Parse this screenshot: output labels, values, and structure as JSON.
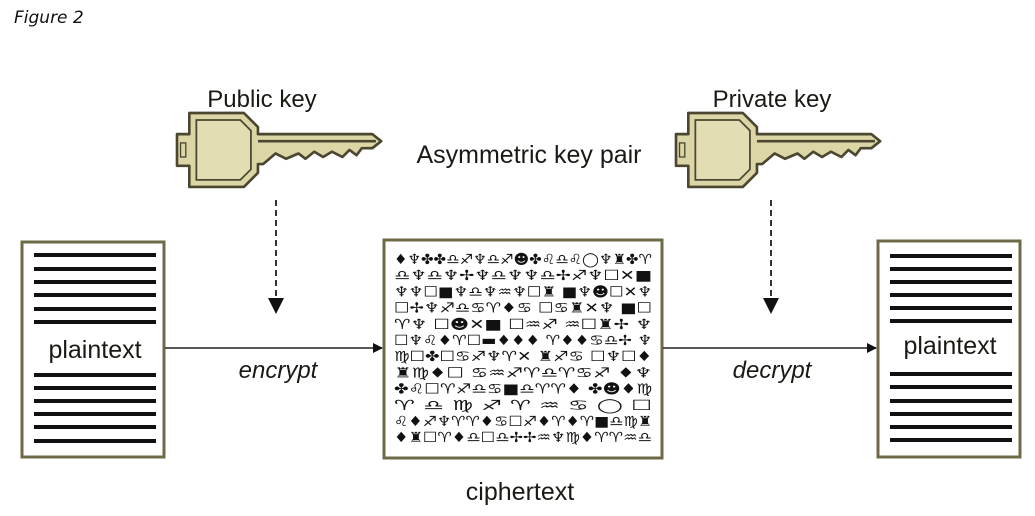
{
  "caption": "Figure 2",
  "diagram": {
    "title": "Asymmetric key pair",
    "public_key_label": "Public key",
    "private_key_label": "Private key",
    "left_doc_label": "plaintext",
    "right_doc_label": "plaintext",
    "cipher_label": "ciphertext",
    "encrypt_label": "encrypt",
    "decrypt_label": "decrypt",
    "cipher_lines": [
      "♦♆✤✤♎♐♆♎♐☻✤♌♎♌◯♆♜✤♈",
      "♎♆♎♆✢♆♎♆♆♎✢♐♆☐✕■",
      "♆♆☐■♆♎♆♒♆☐♜  ■♆☻☐✕♆",
      "☐✢♆♐♎♋♈♦♋  ☐♋♜✕♆ ■☐",
      "♈♆  ☐☻✕■  ☐♒♐  ♒☐♜✢  ♆",
      "☐♆♌♦♈☐▬♦♦♦  ♈♦♦♋♎✢  ♆",
      "♍☐✤☐♋♐♆♈✕  ♜♐♋  ☐♆☐♦",
      " ♜♍♦☐   ♋♒♐♈♎♈♋♐   ♦♆",
      "✤♌☐♈♐♎♋■♎♈♈♦   ✤☻♦♍",
      "♈  ♎  ♍  ♐  ♈  ♒  ♋  ◯  ☐",
      "♌♦♐♆♈♈♦♋☐♐♦♈♦♈■♎♍♜",
      "♦♜☐♈♦♎☐♎✢✢♒♆♍♦♈♈♒♎"
    ],
    "colors": {
      "key_fill": "#dcd6a6",
      "key_stroke": "#4a4630",
      "doc_border": "#6e6a48",
      "ink": "#111111"
    }
  }
}
